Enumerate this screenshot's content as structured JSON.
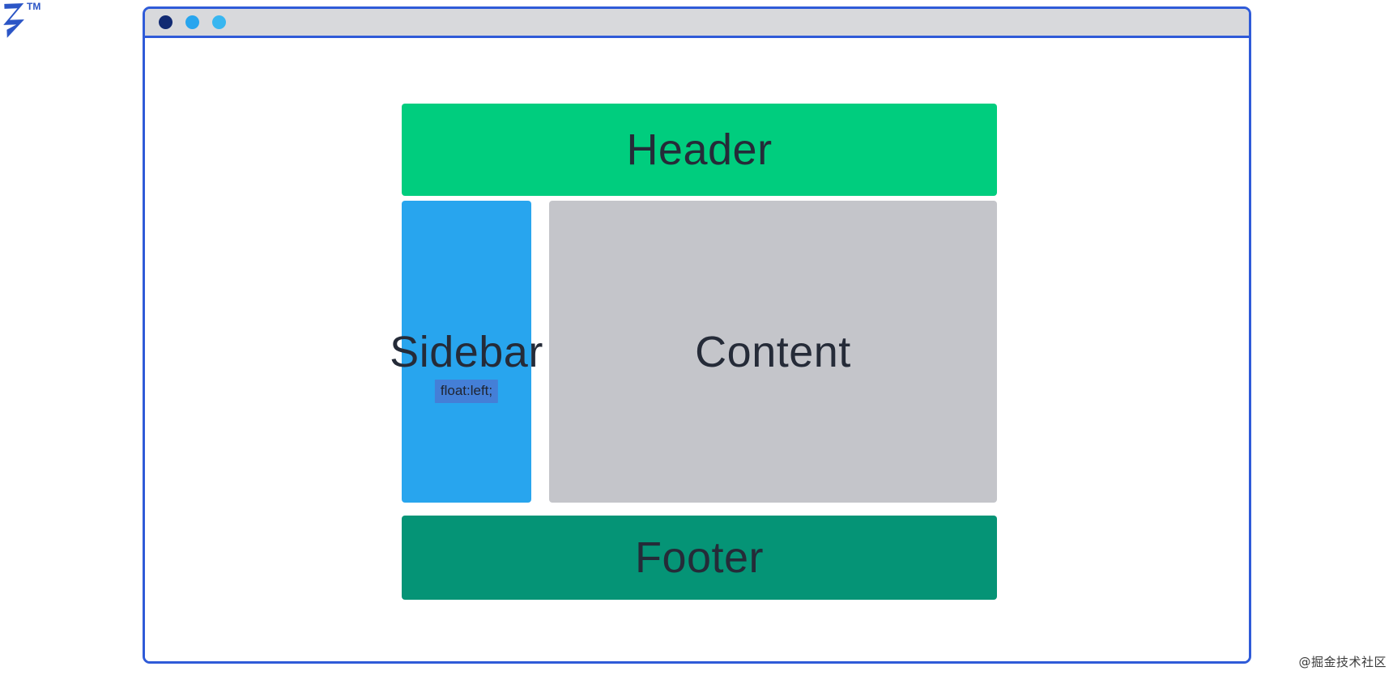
{
  "brand": {
    "logo_icon": "chevron-z-logo-icon",
    "trademark": "TM",
    "logo_color": "#2b55c6"
  },
  "window": {
    "title_bar": {
      "dots": [
        {
          "name": "window-dot-close",
          "color": "#112a72"
        },
        {
          "name": "window-dot-minimize",
          "color": "#28a5ee"
        },
        {
          "name": "window-dot-maximize",
          "color": "#38b6f0"
        }
      ]
    },
    "border_color": "#2f5bd8",
    "titlebar_bg": "#d8d9dc"
  },
  "layout_blocks": {
    "header": {
      "label": "Header",
      "color": "#00cd7e"
    },
    "sidebar": {
      "label": "Sidebar",
      "color": "#28a5ee",
      "annotation": "float:left;"
    },
    "content": {
      "label": "Content",
      "color": "#c4c5ca"
    },
    "footer": {
      "label": "Footer",
      "color": "#059476"
    }
  },
  "text_color": "#252b38",
  "watermark": "@掘金技术社区"
}
